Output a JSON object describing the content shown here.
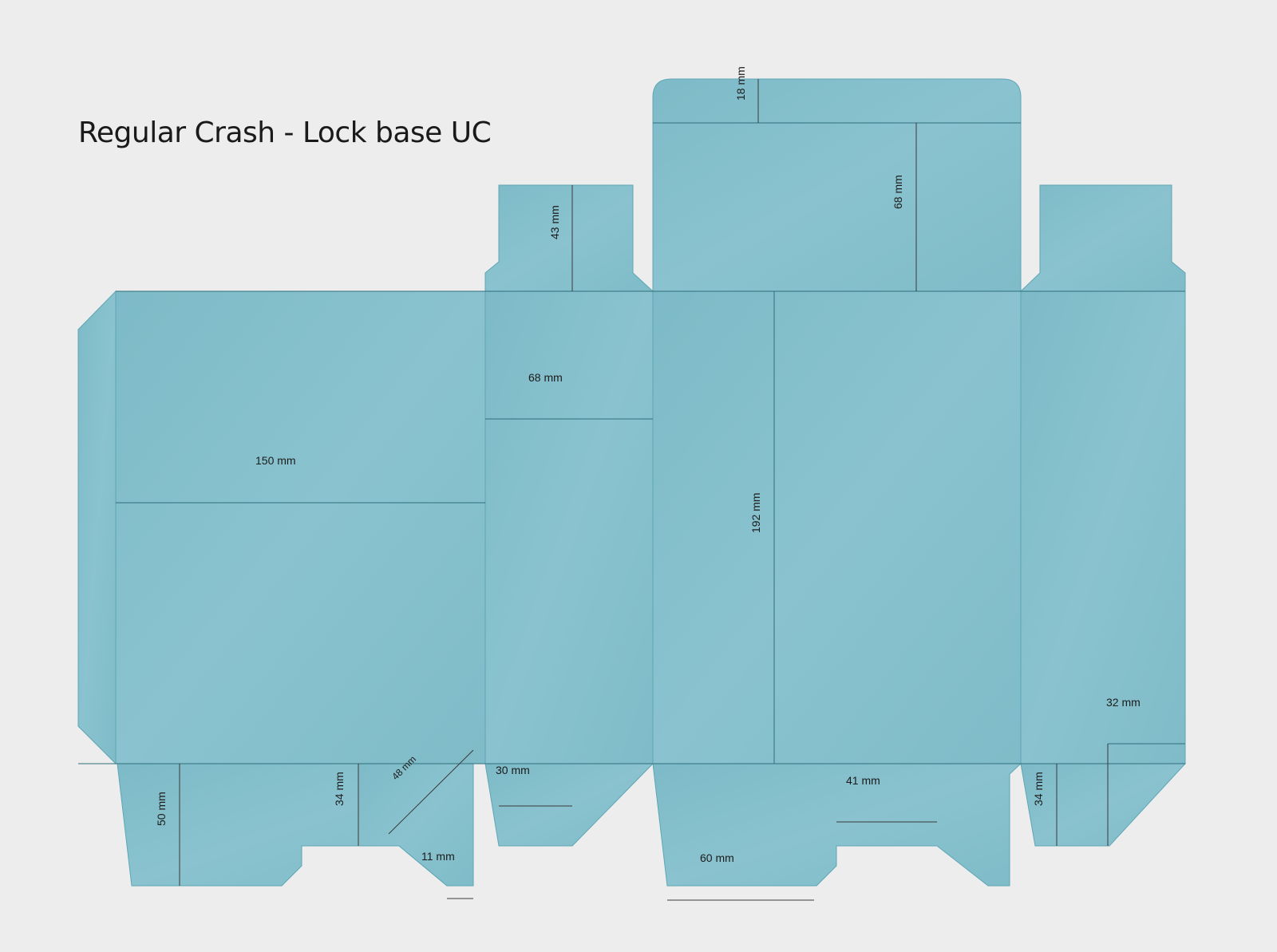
{
  "title": "Regular Crash - Lock base UC",
  "colors": {
    "background": "#ededed",
    "panel": "#86c1cd",
    "panel_edge": "#72b4c2",
    "fold_line": "#2f6f7c"
  },
  "dimensions": {
    "top_tuck_flap": "18 mm",
    "top_lid": "68 mm",
    "dust_flap_left": "43 mm",
    "side_panel_depth": "68 mm",
    "front_width": "150 mm",
    "height": "192 mm",
    "glue_flap": "32 mm",
    "base_flap_height": "50 mm",
    "base_flap_inner": "34 mm",
    "diagonal": "48 mm",
    "small_tab": "11 mm",
    "side_base": "30 mm",
    "lock_base": "41 mm",
    "lock_base_width": "60 mm",
    "right_base_inner": "34 mm"
  }
}
